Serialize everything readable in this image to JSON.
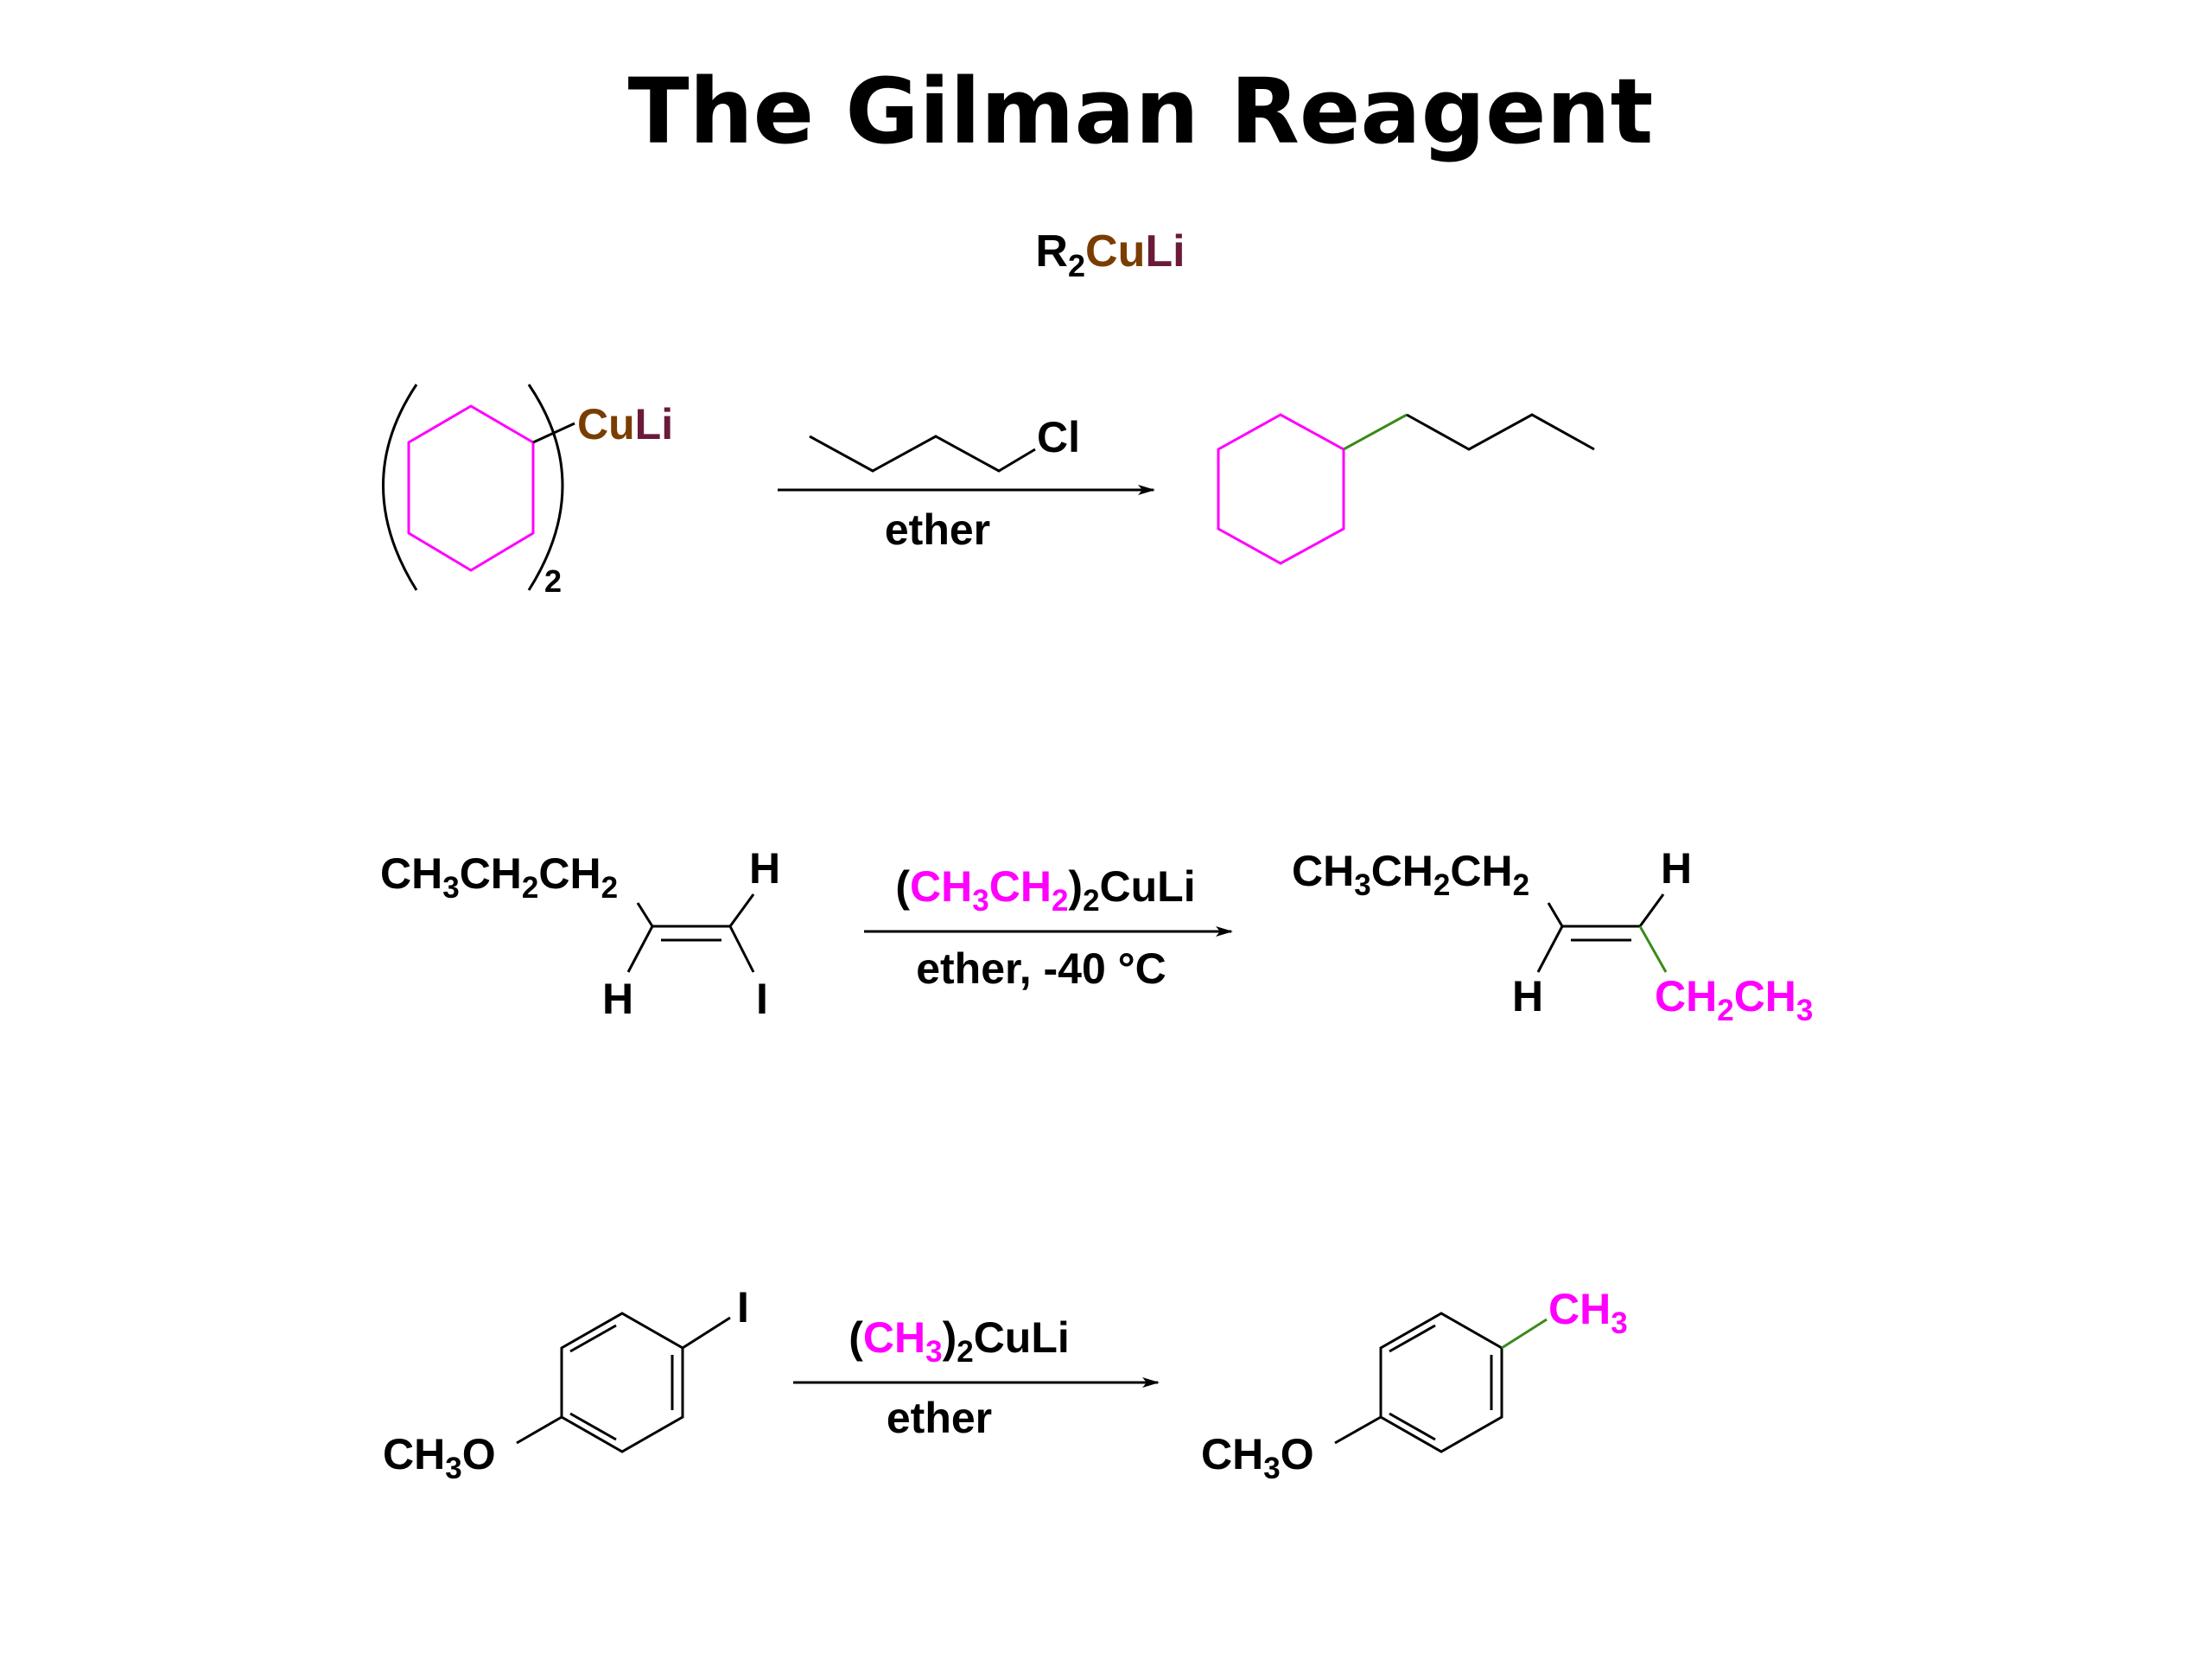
{
  "title": "The Gilman Reagent",
  "formula": {
    "r": "R",
    "sub": "2",
    "cu": "Cu",
    "li": "Li"
  },
  "colors": {
    "black": "#000000",
    "magenta": "#ff00ff",
    "brown": "#7a3d00",
    "maroon": "#6b1a3a",
    "green": "#3b8a1a"
  },
  "rxn1": {
    "reactant_cuprate": {
      "cu": "Cu",
      "li": "Li",
      "count": "2"
    },
    "reagent_cl": "Cl",
    "condition": "ether"
  },
  "rxn2": {
    "reactant": {
      "chain": [
        "CH",
        "3",
        "CH",
        "2",
        "CH",
        "2"
      ],
      "h_top": "H",
      "h_bottom": "H",
      "i": "I"
    },
    "reagent": [
      "(",
      "CH",
      "3",
      "CH",
      "2",
      ")",
      "2",
      "CuLi"
    ],
    "condition": "ether, -40 °C",
    "product": {
      "chain": [
        "CH",
        "3",
        "CH",
        "2",
        "CH",
        "2"
      ],
      "h_top": "H",
      "h_bottom": "H",
      "ethyl": [
        "CH",
        "2",
        "CH",
        "3"
      ]
    }
  },
  "rxn3": {
    "reactant": {
      "methoxy": [
        "CH",
        "3",
        "O"
      ],
      "i": "I"
    },
    "reagent": [
      "(",
      "CH",
      "3",
      ")",
      "2",
      "CuLi"
    ],
    "condition": "ether",
    "product": {
      "methoxy": [
        "CH",
        "3",
        "O"
      ],
      "methyl": [
        "CH",
        "3"
      ]
    }
  }
}
